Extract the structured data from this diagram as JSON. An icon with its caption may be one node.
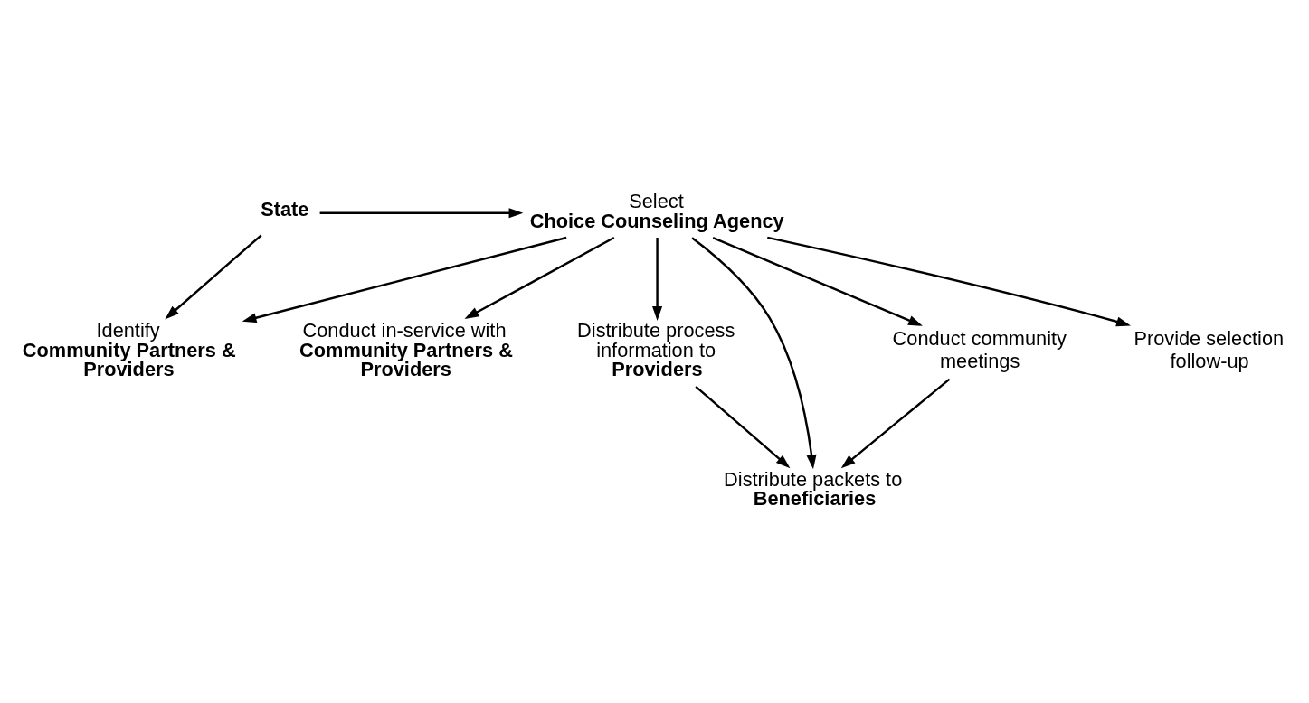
{
  "diagram": {
    "nodes": [
      {
        "text": [
          "**State**"
        ]
      },
      {
        "text": [
          "Select **Choice Counseling Agency**"
        ]
      },
      {
        "text": [
          "Identify **Community Partners & Providers**"
        ]
      },
      {
        "text": [
          "Conduct in-service with **Community Partners & Providers**"
        ]
      },
      {
        "text": [
          "Distribute process information to **Providers**"
        ]
      },
      {
        "text": [
          "Distribute packets to **Beneficiaries**"
        ]
      },
      {
        "text": [
          "Conduct community meetings"
        ]
      },
      {
        "text": [
          "Provide selection follow-up"
        ]
      }
    ],
    "edges": [
      {
        "from": 0,
        "to": 1,
        "arrow": "to"
      },
      {
        "from": 0,
        "to": 2,
        "arrow": "to"
      },
      {
        "from": 1,
        "to": 2,
        "arrow": "to"
      },
      {
        "from": 1,
        "to": 3,
        "arrow": "to"
      },
      {
        "from": 1,
        "to": 4,
        "arrow": "to"
      },
      {
        "from": 1,
        "to": 5,
        "arrow": "to"
      },
      {
        "from": 1,
        "to": 6,
        "arrow": "to"
      },
      {
        "from": 1,
        "to": 7,
        "arrow": "to"
      },
      {
        "from": 4,
        "to": 5,
        "arrow": "to"
      },
      {
        "from": 6,
        "to": 5,
        "arrow": "to"
      }
    ]
  }
}
